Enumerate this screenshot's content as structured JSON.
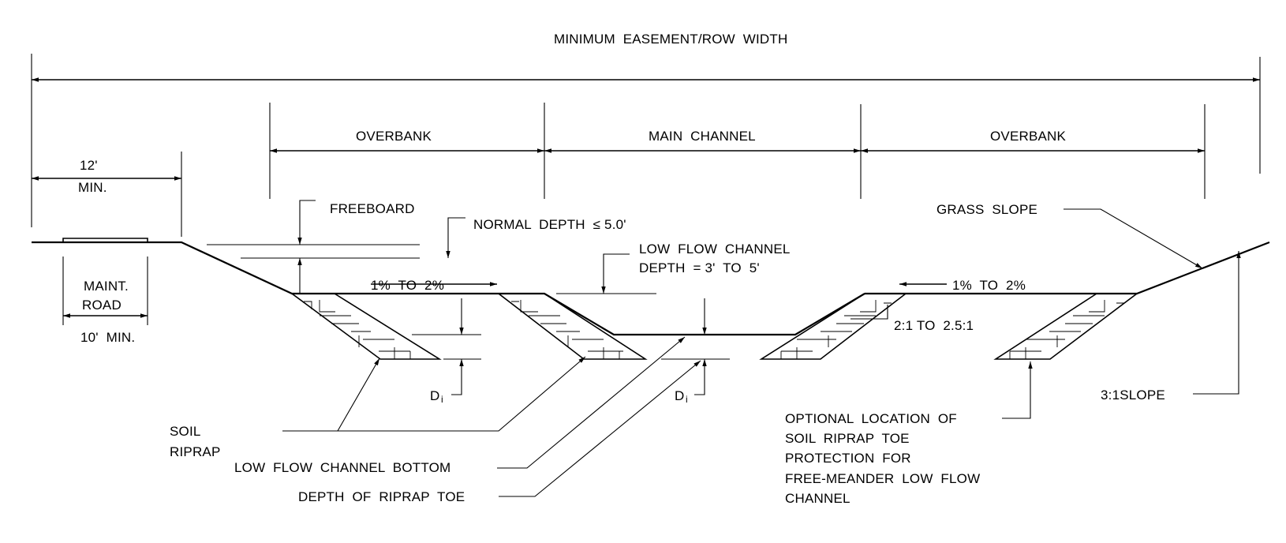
{
  "diagram": {
    "title": "MINIMUM  EASEMENT/ROW  WIDTH",
    "sections": {
      "overbank_left": "OVERBANK",
      "main_channel": "MAIN  CHANNEL",
      "overbank_right": "OVERBANK"
    },
    "road": {
      "top_dim_value": "12'",
      "top_dim_unit": "MIN.",
      "label_line1": "MAINT.",
      "label_line2": "ROAD",
      "bottom_dim": "10'  MIN."
    },
    "freeboard": "FREEBOARD",
    "normal_depth": "NORMAL  DEPTH  ≤ 5.0'",
    "low_flow_depth_line1": "LOW  FLOW  CHANNEL",
    "low_flow_depth_line2": "DEPTH  = 3'  TO  5'",
    "slope_left": "1%  TO  2%",
    "slope_right": "1%  TO  2%",
    "side_slope": "2:1 TO  2.5:1",
    "grass_slope": "GRASS  SLOPE",
    "outer_slope": "3:1SLOPE",
    "di_label": "D",
    "di_subscript": "i",
    "soil_riprap_line1": "SOIL",
    "soil_riprap_line2": "RIPRAP",
    "low_flow_bottom": "LOW  FLOW  CHANNEL  BOTTOM",
    "riprap_toe_depth": "DEPTH  OF  RIPRAP  TOE",
    "optional_note": [
      "OPTIONAL  LOCATION  OF",
      "SOIL  RIPRAP  TOE",
      "PROTECTION  FOR",
      "FREE-MEANDER  LOW  FLOW",
      "CHANNEL"
    ]
  }
}
